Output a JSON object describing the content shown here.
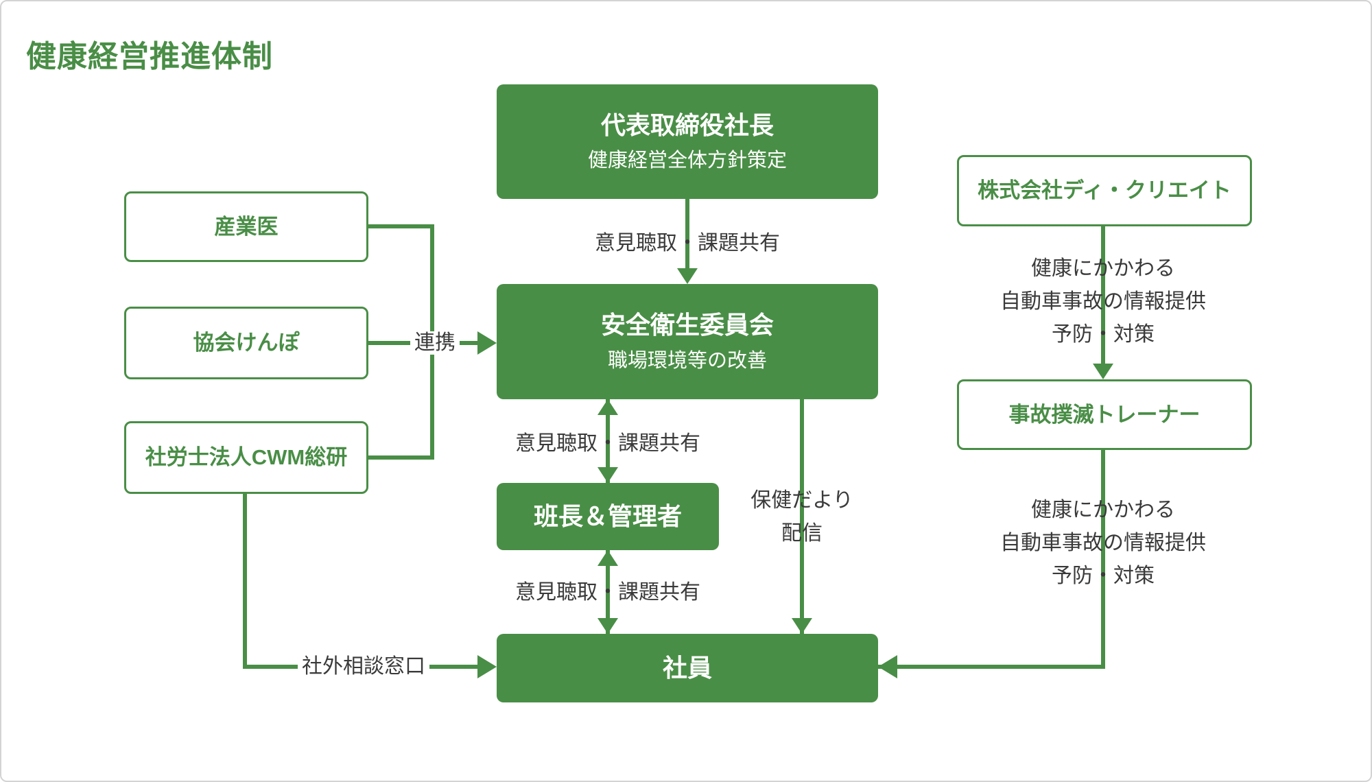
{
  "title": "健康経営推進体制",
  "colors": {
    "accent_green": "#498e46",
    "label_gray": "#3a3a3a",
    "filled_box_text": "#ffffff",
    "canvas_border": "#d3d3d3"
  },
  "boxes": {
    "president": {
      "title": "代表取締役社長",
      "subtitle": "健康経営全体方針策定"
    },
    "committee": {
      "title": "安全衛生委員会",
      "subtitle": "職場環境等の改善"
    },
    "leaders": {
      "title": "班長＆管理者"
    },
    "employees": {
      "title": "社員"
    },
    "industrial_physician": {
      "title": "産業医"
    },
    "kyokai_kenpo": {
      "title": "協会けんぽ"
    },
    "cwm_soken": {
      "title": "社労士法人CWM総研"
    },
    "d_create": {
      "title": "株式会社ディ・クリエイト"
    },
    "trainer": {
      "title": "事故撲滅トレーナー"
    }
  },
  "edges": {
    "president_to_committee": {
      "label": "意見聴取・課題共有"
    },
    "committee_to_leaders": {
      "label": "意見聴取・課題共有"
    },
    "leaders_to_employees": {
      "label": "意見聴取・課題共有"
    },
    "external_partners_to_committee": {
      "label": "連携"
    },
    "cwm_to_employees": {
      "label": "社外相談窓口"
    },
    "committee_to_employees": {
      "line1": "保健だより",
      "line2": "配信"
    },
    "d_create_to_trainer": {
      "line1": "健康にかかわる",
      "line2": "自動車事故の情報提供",
      "line3": "予防・対策"
    },
    "trainer_to_employees": {
      "line1": "健康にかかわる",
      "line2": "自動車事故の情報提供",
      "line3": "予防・対策"
    }
  }
}
